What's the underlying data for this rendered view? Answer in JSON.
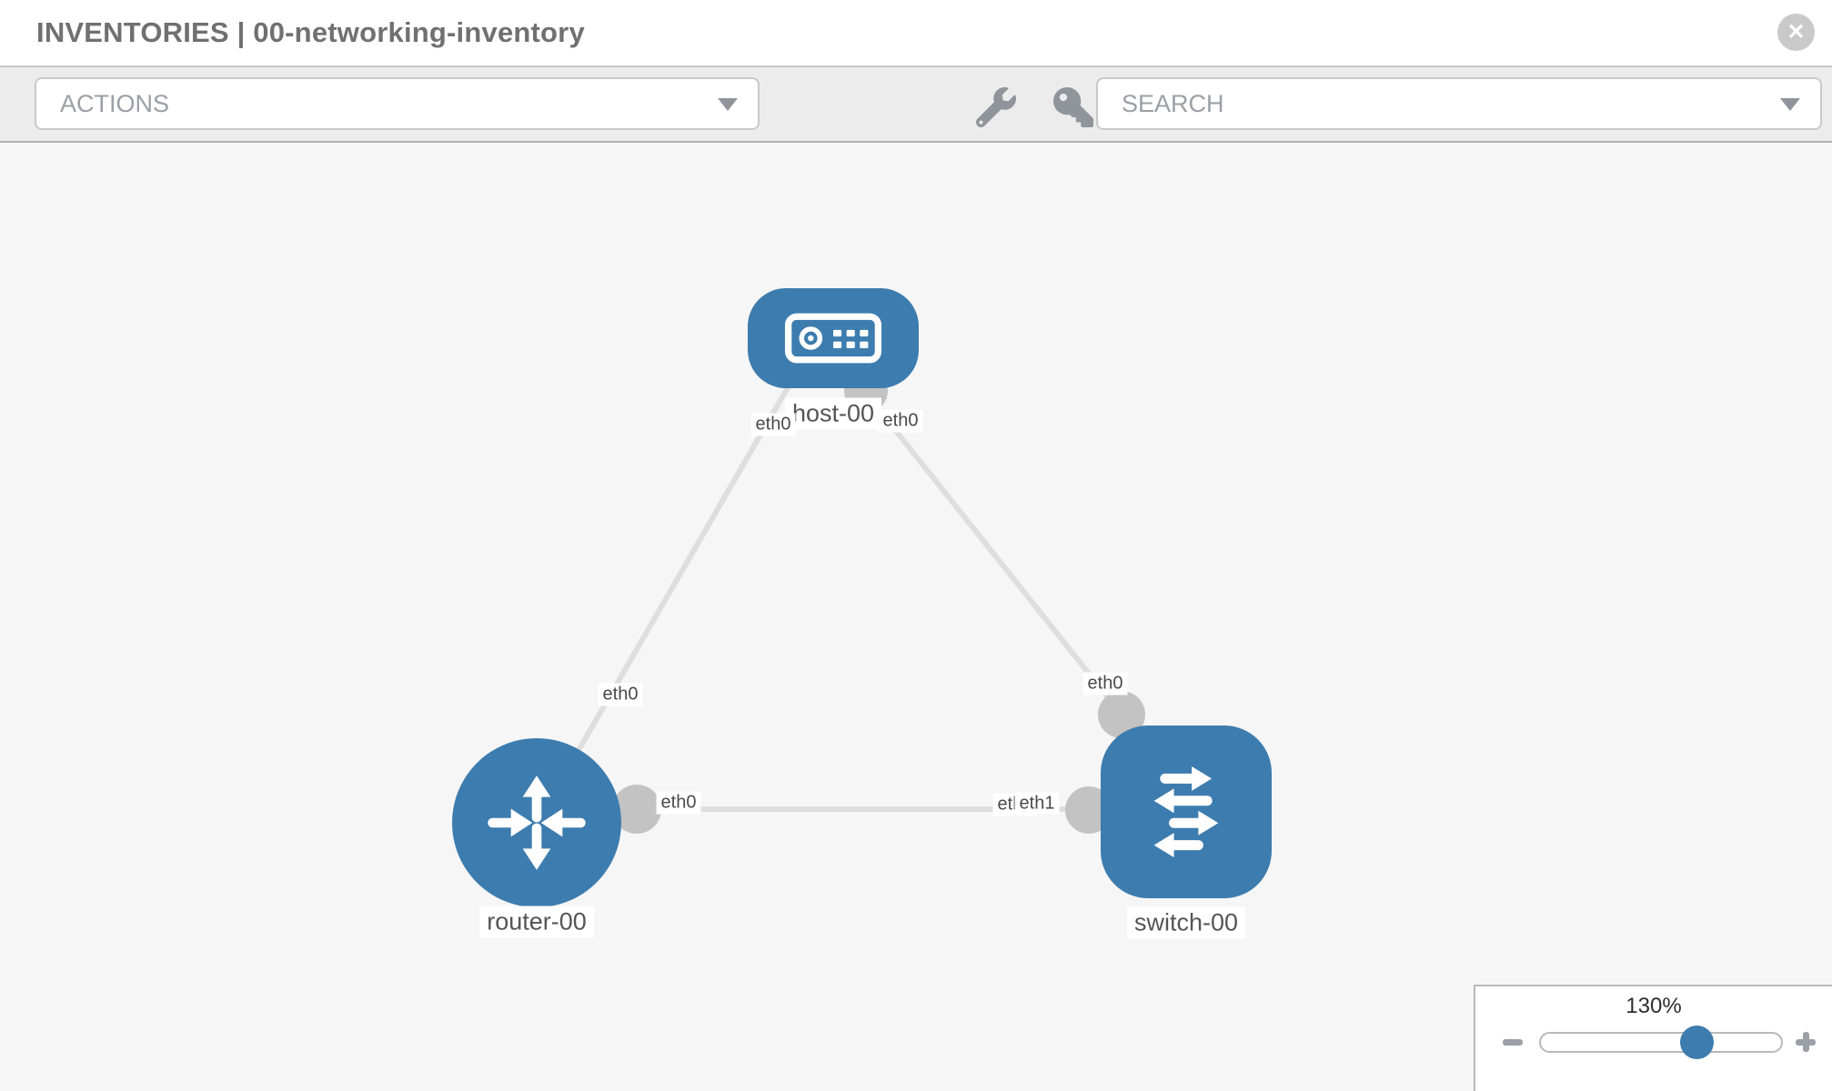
{
  "header": {
    "title": "INVENTORIES | 00-networking-inventory"
  },
  "toolbar": {
    "actions_dropdown": {
      "value": "ACTIONS"
    },
    "search_dropdown": {
      "value": "SEARCH"
    }
  },
  "topology": {
    "nodes": [
      {
        "label": "host-00",
        "type": "host"
      },
      {
        "label": "router-00",
        "type": "router"
      },
      {
        "label": "switch-00",
        "type": "switch"
      }
    ],
    "links": [
      {
        "from": "host-00",
        "to": "router-00",
        "from_port": "eth0",
        "to_port": "eth0"
      },
      {
        "from": "host-00",
        "to": "switch-00",
        "from_port": "eth0",
        "to_port": "eth0"
      },
      {
        "from": "router-00",
        "to": "switch-00",
        "from_port": "eth0",
        "to_port": "eth1"
      }
    ],
    "port_labels": {
      "host_to_router": "eth0",
      "router_to_host": "eth0",
      "host_to_switch": "eth0",
      "switch_to_host": "eth0",
      "router_to_switch": "eth0",
      "switch_to_router": "eth1",
      "switch_to_router_hidden": "eth0"
    }
  },
  "zoom_control": {
    "level": "130%"
  },
  "icons": {
    "close_glyph": "✕"
  },
  "colors": {
    "node_blue": "#3d7cae",
    "edge_gray": "#dedede",
    "connector_gray": "#c3c3c3",
    "toolbar_bg": "#ececec",
    "canvas_bg": "#f6f6f6"
  }
}
